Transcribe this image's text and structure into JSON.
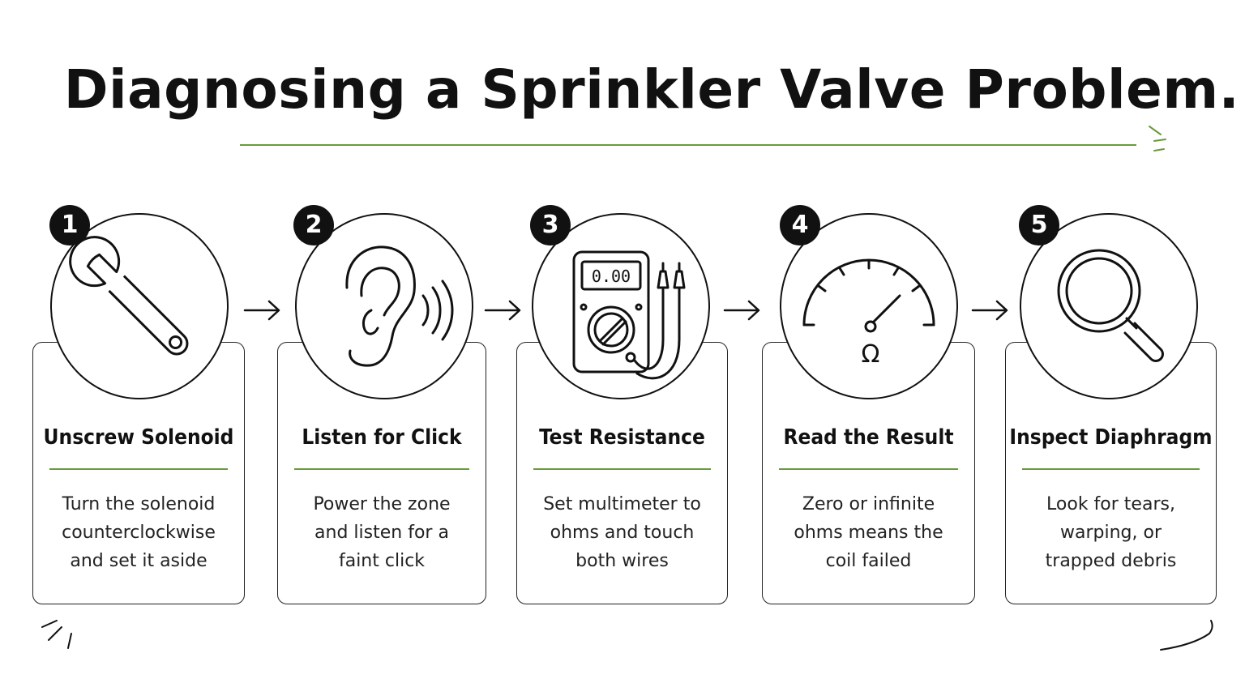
{
  "title": "Diagnosing a Sprinkler Valve Problem.",
  "accent_color": "#6a9a3a",
  "steps": [
    {
      "number": "1",
      "icon": "wrench-icon",
      "title": "Unscrew Solenoid",
      "desc": "Turn the solenoid counterclockwise and set it aside"
    },
    {
      "number": "2",
      "icon": "ear-icon",
      "title": "Listen for Click",
      "desc": "Power the zone and listen for a faint click"
    },
    {
      "number": "3",
      "icon": "multimeter-icon",
      "title": "Test Resistance",
      "desc": "Set multimeter to ohms and touch both wires",
      "display": "0.00"
    },
    {
      "number": "4",
      "icon": "gauge-icon",
      "title": "Read the Result",
      "desc": "Zero or infinite ohms means the coil failed",
      "unit": "Ω"
    },
    {
      "number": "5",
      "icon": "magnifier-icon",
      "title": "Inspect Diaphragm",
      "desc": "Look for tears, warping, or trapped debris"
    }
  ]
}
